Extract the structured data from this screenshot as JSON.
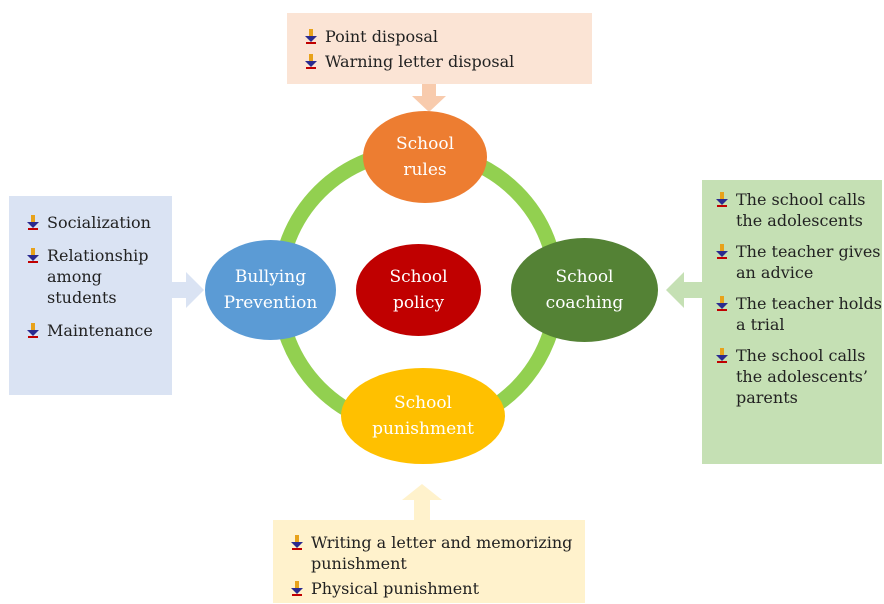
{
  "center": {
    "line1": "School",
    "line2": "policy"
  },
  "nodes": {
    "rules": {
      "line1": "School",
      "line2": "rules"
    },
    "bullying": {
      "line1": "Bullying",
      "line2": "Prevention"
    },
    "coaching": {
      "line1": "School",
      "line2": "coaching"
    },
    "punishment": {
      "line1": "School",
      "line2": "punishment"
    }
  },
  "boxes": {
    "top": {
      "items": [
        "Point disposal",
        "Warning letter disposal"
      ]
    },
    "left": {
      "items": [
        {
          "lines": [
            "Socialization"
          ]
        },
        {
          "lines": [
            "Relationship",
            "among",
            "students"
          ]
        },
        {
          "lines": [
            "Maintenance"
          ]
        }
      ]
    },
    "right": {
      "items": [
        {
          "lines": [
            "The school calls",
            "the adolescents"
          ]
        },
        {
          "lines": [
            "The teacher gives",
            "an advice"
          ]
        },
        {
          "lines": [
            "The teacher holds",
            "a trial"
          ]
        },
        {
          "lines": [
            "The school calls",
            "the adolescents’",
            "parents"
          ]
        }
      ]
    },
    "bottom": {
      "items": [
        {
          "lines": [
            "Writing a letter and memorizing",
            "punishment"
          ]
        },
        {
          "lines": [
            "Physical punishment"
          ]
        }
      ]
    }
  },
  "colors": {
    "ring": "#92d050",
    "rules": "#ed7d31",
    "bullying": "#5b9bd5",
    "coaching": "#548235",
    "punishment": "#ffc000",
    "center": "#c00000",
    "top_box": "#fbe4d5",
    "left_box": "#dae3f3",
    "right_box": "#c5e0b4",
    "bottom_box": "#fff2cc"
  }
}
